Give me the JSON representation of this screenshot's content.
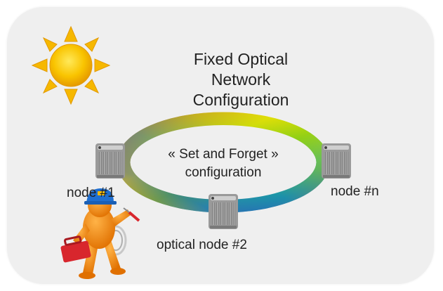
{
  "diagram": {
    "title_lines": [
      "Fixed Optical",
      "Network",
      "Configuration"
    ],
    "center_lines": [
      "« Set and Forget »",
      "configuration"
    ],
    "nodes": [
      {
        "id": "node-1",
        "label": "node #1"
      },
      {
        "id": "node-2",
        "label": "optical node #2"
      },
      {
        "id": "node-n",
        "label": "node #n"
      }
    ],
    "ring_colors": [
      "#e8334a",
      "#f7931e",
      "#f4e300",
      "#55c31e",
      "#1aa7a0",
      "#1f6fb8",
      "#7f3f98"
    ],
    "icons": [
      "sun-icon",
      "optical-node-icon",
      "technician-icon"
    ],
    "colors": {
      "panel": "#efefef",
      "sun": "#f6b800",
      "node": "#8e8e8e",
      "technician": "#f08a00",
      "toolbox": "#d8262d",
      "helmet": "#1f6fd1"
    }
  }
}
